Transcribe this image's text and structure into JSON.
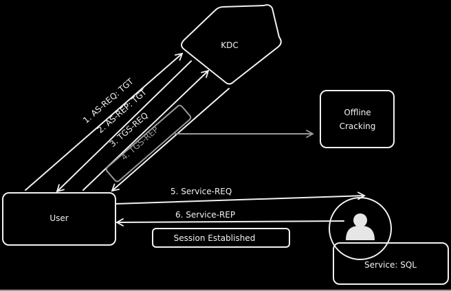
{
  "nodes": {
    "kdc": "KDC",
    "offline": [
      "Offline",
      "Cracking"
    ],
    "user": "User",
    "service": "Service: SQL",
    "session": "Session Established"
  },
  "edges": {
    "as_req": "1. AS-REQ: TGT",
    "as_rep": "2. AS-REP: TGT",
    "tgs_req": "3. TGS-REQ",
    "tgs_rep": "4. TGS-REP",
    "service_req": "5. Service-REQ",
    "service_rep": "6. Service-REP"
  },
  "colors": {
    "background": "#000000",
    "stroke": "#f2f2f2",
    "highlight": "#9a9a9a"
  }
}
